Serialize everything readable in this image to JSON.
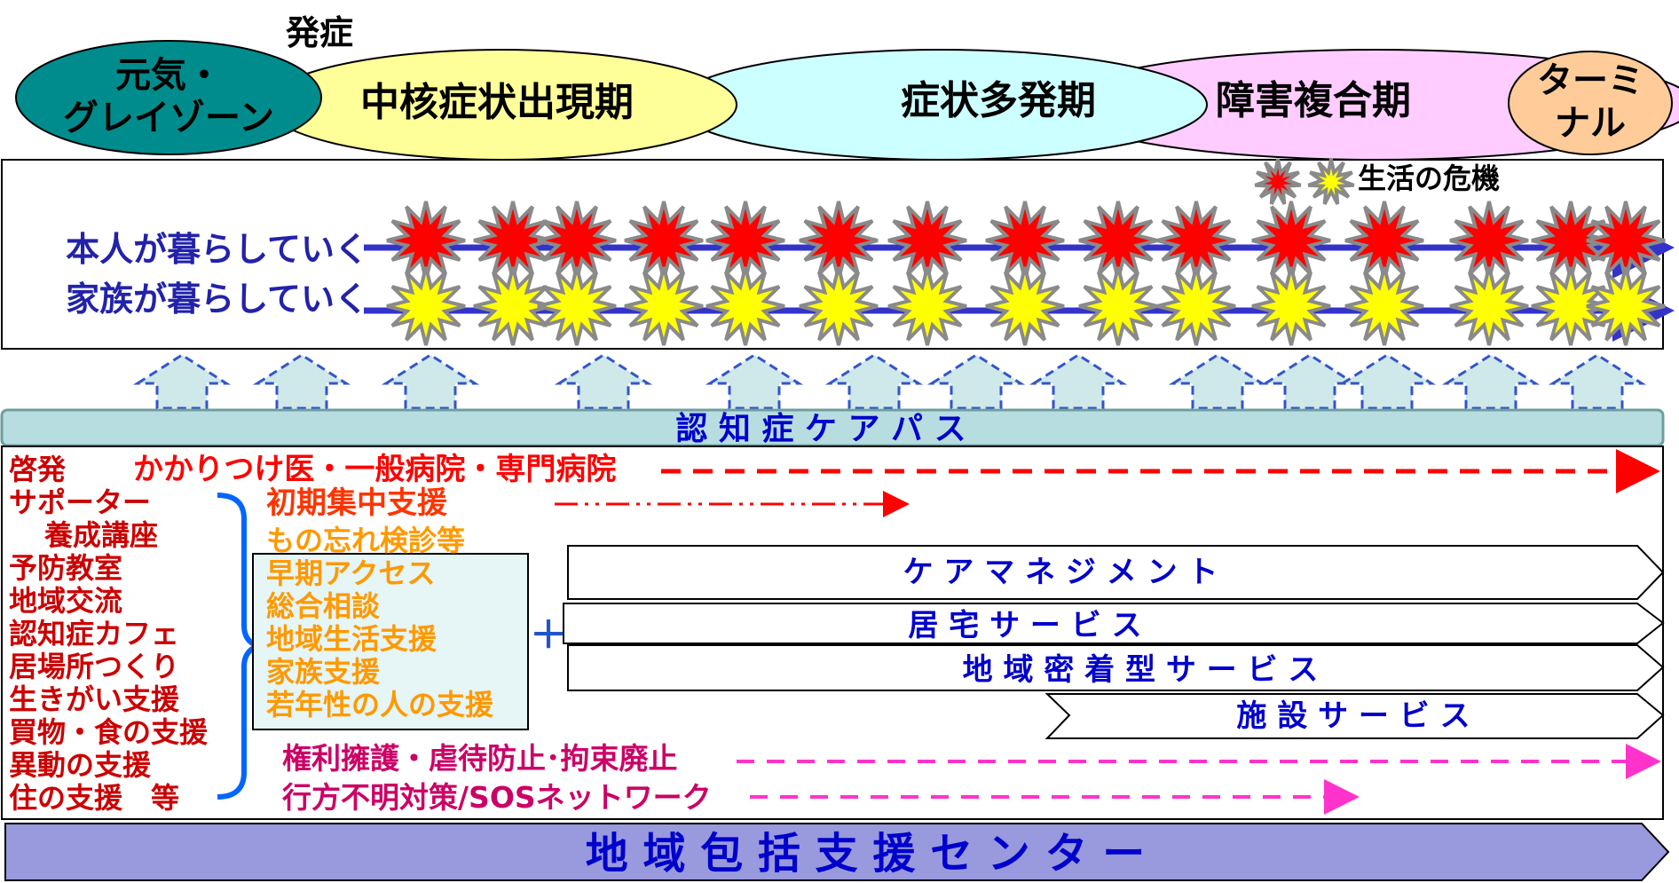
{
  "onset_label": "発症",
  "stages": [
    "元気・\nグレイゾーン",
    "中核症状出現期",
    "症状多発期",
    "障害複合期",
    "ターミ\nナル"
  ],
  "legend_label": "生活の危機",
  "lines": {
    "person": "本人が暮らしていく",
    "family": "家族が暮らしていく"
  },
  "care_path_label": "認 知 症 ケ ア パ ス",
  "left_list": [
    "啓発",
    "サポーター",
    "養成講座",
    "予防教室",
    "地域交流",
    "認知症カフェ",
    "居場所つくり",
    "生きがい支援",
    "買物・食の支援",
    "異動の支援",
    "住の支援　等"
  ],
  "medical_label": "かかりつけ医・一般病院・専門病院",
  "early_support_label": "初期集中支援",
  "early_items": [
    "もの忘れ検診等",
    "早期アクセス",
    "総合相談",
    "地域生活支援",
    "家族支援",
    "若年性の人の支援"
  ],
  "plus_sign": "＋",
  "services": [
    "ケ ア マ ネ ジ メ ン ト",
    "居 宅 サ ー ビ ス",
    "地 域 密 着 型 サ ー ビ ス",
    "施 設 サ ー ビ ス"
  ],
  "rights_label": "権利擁護・虐待防止･拘束廃止",
  "missing_label": "行方不明対策/SOSネットワーク",
  "center_label": "地 域 包 括 支 援 セ ン タ ー",
  "colors": {
    "teal": "#008c8c",
    "yellow": "#ffff99",
    "cyan": "#ccffff",
    "pink": "#ffccff",
    "peach": "#ffcc99",
    "blue_text": "#0000cc",
    "red_text": "#ff0000",
    "orange_text": "#ff9900",
    "magenta": "#ff33cc",
    "care_bar": "#b7dde0",
    "center_bar": "#9999dd"
  }
}
